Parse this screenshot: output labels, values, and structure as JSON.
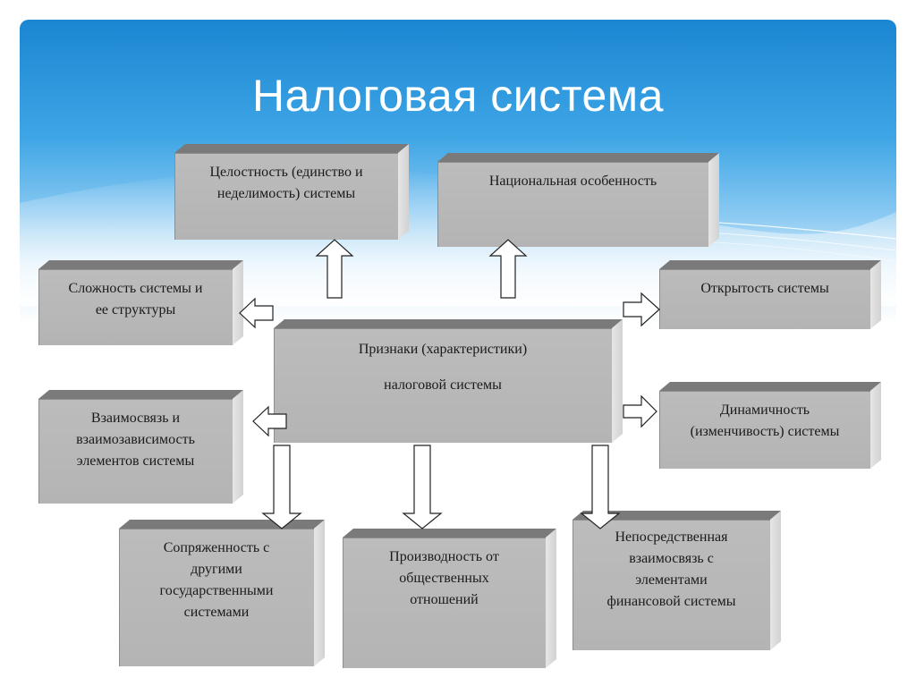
{
  "title": "Налоговая система",
  "center": {
    "line1": "Признаки (характеристики)",
    "line2": "налоговой системы"
  },
  "boxes": {
    "integrity": [
      "Целостность (единство и",
      "неделимость) системы"
    ],
    "national": [
      "Национальная особенность"
    ],
    "complexity": [
      "Сложность системы и",
      "ее структуры"
    ],
    "openness": [
      "Открытость системы"
    ],
    "interconnection": [
      "Взаимосвязь и",
      "взаимозависимость",
      "элементов системы"
    ],
    "dynamism": [
      "Динамичность",
      "(изменчивость) системы"
    ],
    "conjugacy": [
      "Сопряженность с",
      "другими",
      "государственными",
      "системами"
    ],
    "derivation": [
      "Производность от",
      "общественных",
      "отношений"
    ],
    "direct_link": [
      "Непосредственная",
      "взаимосвязь с",
      "элементами",
      "финансовой  системы"
    ]
  },
  "colors": {
    "box_face": "#b8b8b8",
    "box_top": "#7a7a7a",
    "box_side": "#dedede",
    "sky_top": "#1f8fd6",
    "sky_bottom": "#ffffff",
    "title": "#ffffff"
  }
}
